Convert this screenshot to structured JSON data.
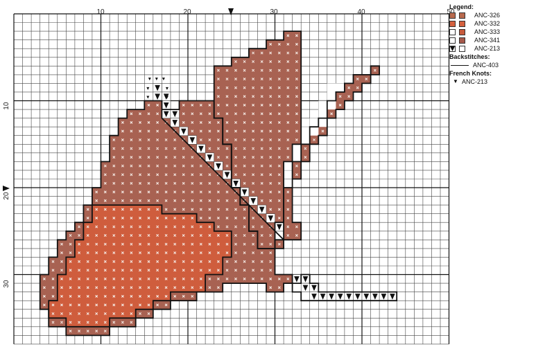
{
  "axis": {
    "x_ticks": [
      "10",
      "20",
      "30",
      "40",
      "50"
    ],
    "y_ticks": [
      "10",
      "20",
      "30"
    ]
  },
  "legend": {
    "title": "Legend:",
    "items": [
      {
        "label": "ANC-326",
        "color": "#b86a4e"
      },
      {
        "label": "ANC-332",
        "color": "#d4603e"
      },
      {
        "label": "ANC-333",
        "color": "#c65a3c"
      },
      {
        "label": "ANC-341",
        "color": "#a5584a"
      },
      {
        "label": "ANC-213",
        "color": "#ffffff"
      }
    ],
    "backstitches_title": "Backstitches:",
    "backstitch_label": "ANC-403",
    "french_knots_title": "French Knots:",
    "french_knot_label": "ANC-213"
  },
  "colors": {
    "brown": "#a86252",
    "orange": "#cf5d3d",
    "grid": "#444444",
    "outline": "#111111"
  }
}
